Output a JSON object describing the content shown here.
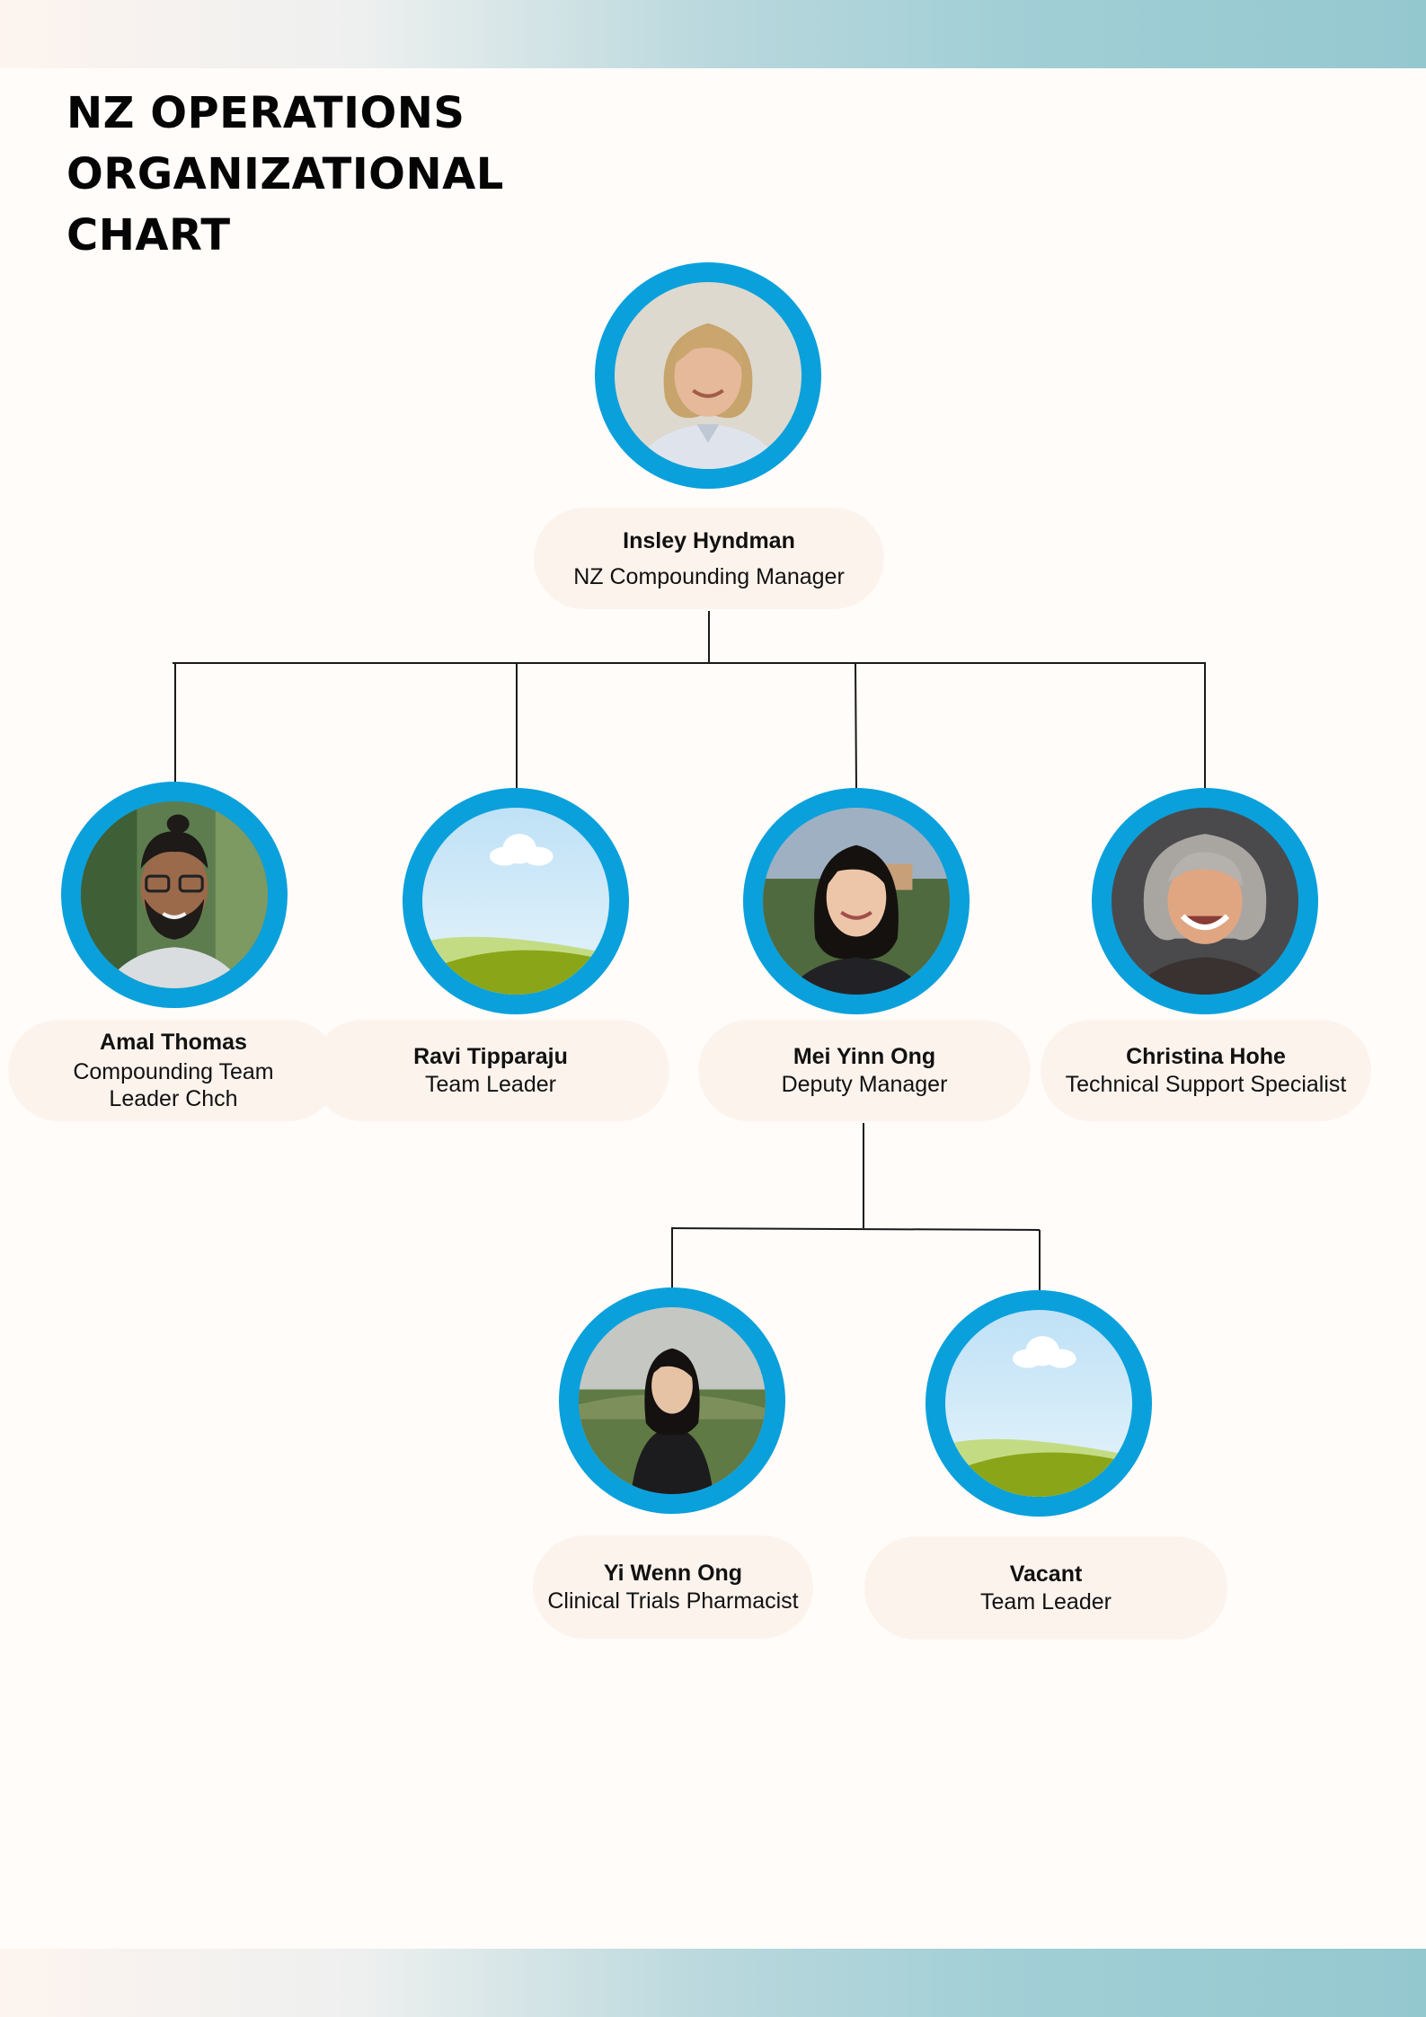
{
  "chart": {
    "title_lines": [
      "NZ OPERATIONS",
      "ORGANIZATIONAL",
      "CHART"
    ]
  },
  "people": {
    "manager": {
      "name": "Insley Hyndman",
      "role": "NZ Compounding Manager"
    },
    "amal": {
      "name": "Amal Thomas",
      "role": "Compounding Team Leader Chch"
    },
    "ravi": {
      "name": "Ravi Tipparaju",
      "role": "Team Leader"
    },
    "mei": {
      "name": "Mei Yinn Ong",
      "role": "Deputy Manager"
    },
    "christina": {
      "name": "Christina Hohe",
      "role": "Technical Support Specialist"
    },
    "yiwenn": {
      "name": "Yi Wenn Ong",
      "role": "Clinical Trials Pharmacist"
    },
    "vacant": {
      "name": "Vacant",
      "role": "Team Leader"
    }
  },
  "colors": {
    "avatar_ring": "#0aa0dc",
    "label_bg": "#fdf3ed",
    "connector": "#1a1a1a"
  }
}
